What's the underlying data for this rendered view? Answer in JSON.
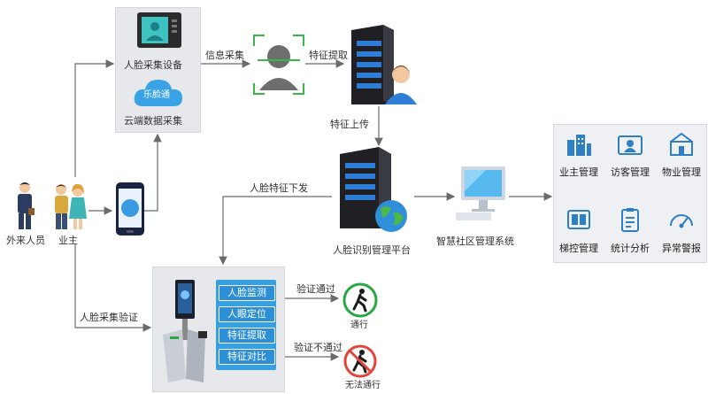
{
  "collect_panel": {
    "device_label": "人脸采集设备",
    "cloud_label": "云端数据采集",
    "cloud_brand": "乐脸通"
  },
  "flow_labels": {
    "info_collect": "信息采集",
    "feature_extract": "特征提取",
    "feature_upload": "特征上传",
    "feature_dispatch": "人脸特征下发",
    "face_verify": "人脸采集验证",
    "verify_pass": "验证通过",
    "verify_fail": "验证不通过"
  },
  "people": {
    "visitor_label": "外来人员",
    "owner_label": "业主"
  },
  "platform_label": "人脸识别管理平台",
  "community_system_label": "智慧社区管理系统",
  "modules": [
    {
      "label": "业主管理",
      "icon": "building-icon"
    },
    {
      "label": "访客管理",
      "icon": "visitor-id-icon"
    },
    {
      "label": "物业管理",
      "icon": "property-icon"
    },
    {
      "label": "梯控管理",
      "icon": "elevator-icon"
    },
    {
      "label": "统计分析",
      "icon": "clipboard-chart-icon"
    },
    {
      "label": "异常警报",
      "icon": "alarm-gauge-icon"
    }
  ],
  "gate_steps": [
    "人脸监测",
    "人眼定位",
    "特征提取",
    "特征对比"
  ],
  "outcomes": {
    "pass_label": "通行",
    "fail_label": "无法通行"
  },
  "colors": {
    "arrow": "#6b6b6b",
    "panel_bg": "#e6e8ec",
    "tag_blue": "#2d8fd6",
    "pass_green": "#27a844",
    "fail_red": "#e2443a",
    "module_blue": "#2f7fc4"
  }
}
